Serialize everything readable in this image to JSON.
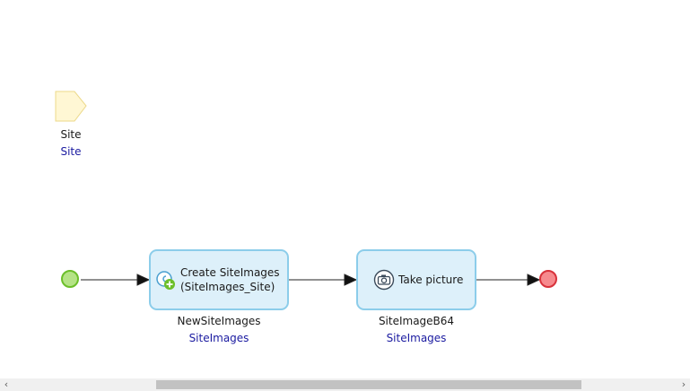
{
  "parameter": {
    "name": "Site",
    "type": "Site",
    "color": "#fff7d4"
  },
  "activities": [
    {
      "label_line1": "Create SiteImages",
      "label_line2": "(SiteImages_Site)",
      "icon": "create-object-icon",
      "output_name": "NewSiteImages",
      "output_type": "SiteImages"
    },
    {
      "label_line1": "Take picture",
      "icon": "camera-icon",
      "output_name": "SiteImageB64",
      "output_type": "SiteImages"
    }
  ],
  "events": {
    "start_color": "#b5e386",
    "end_color": "#f68a8e"
  },
  "scrollbar": {
    "left_arrow": "‹",
    "right_arrow": "›"
  }
}
